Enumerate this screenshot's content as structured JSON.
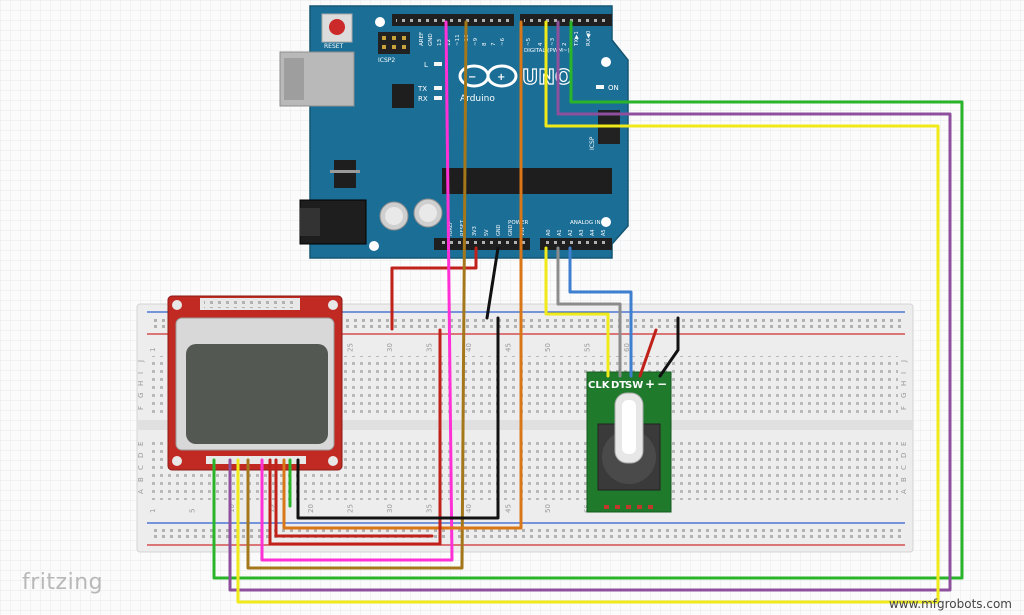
{
  "app": {
    "watermark": "fritzing",
    "credit": "www.mfgrobots.com"
  },
  "arduino": {
    "logo_text": "Arduino",
    "logo_mark": "∞",
    "model_label": "UNO",
    "reset_label": "RESET",
    "icsp2_label": "ICSP2",
    "icsp_label": "ICSP",
    "led_labels": [
      "L",
      "TX",
      "RX",
      "ON"
    ],
    "top_header_labels": [
      "AREF",
      "GND",
      "13",
      "12",
      "~11",
      "~10",
      "~9",
      "8",
      "7",
      "~6",
      "~5",
      "4",
      "~3",
      "2",
      "TX▶1",
      "RX◀0"
    ],
    "digital_label": "DIGITAL (PWM~)",
    "power_label": "POWER",
    "power_pins": [
      "IOREF",
      "RESET",
      "3V3",
      "5V",
      "GND",
      "GND",
      "VIN"
    ],
    "analog_label": "ANALOG IN",
    "analog_pins": [
      "A0",
      "A1",
      "A2",
      "A3",
      "A4",
      "A5"
    ]
  },
  "breadboard": {
    "column_numbers": [
      "1",
      "5",
      "10",
      "15",
      "20",
      "25",
      "30",
      "35",
      "40",
      "45",
      "50",
      "55",
      "60"
    ],
    "row_letters": [
      "J",
      "I",
      "H",
      "G",
      "F",
      "E",
      "D",
      "C",
      "B",
      "A"
    ]
  },
  "encoder": {
    "pin_labels": [
      "CLK",
      "DT",
      "SW",
      "+",
      "−"
    ]
  },
  "colors": {
    "board": "#1b6e96",
    "pink": "#ff30d6",
    "olive": "#a5771b",
    "orange": "#d97616",
    "red": "#c0211a",
    "black": "#111111",
    "green": "#2ab42a",
    "purple": "#8e4f9c",
    "yellow": "#f1ea1a",
    "grey": "#8c8c8c",
    "blue": "#3f7fd0"
  }
}
